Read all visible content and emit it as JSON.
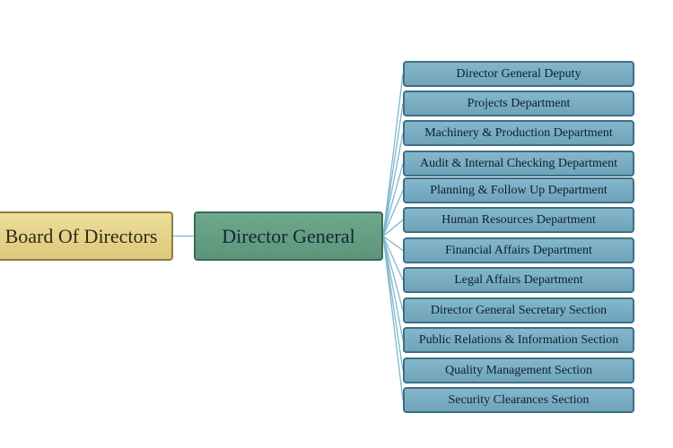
{
  "board": {
    "label": "Board Of Directors"
  },
  "director_general": {
    "label": "Director General"
  },
  "departments": [
    "Director General Deputy",
    "Projects Department",
    "Machinery  & Production Department",
    "Audit & Internal  Checking  Department",
    "Planning  & Follow Up Department",
    "Human Resources Department",
    "Financial Affairs Department",
    "Legal Affairs Department",
    "Director General Secretary  Section",
    "Public Relations & Information Section",
    "Quality Management  Section",
    "Security Clearances  Section"
  ],
  "colors": {
    "board_fill": "#dcc97a",
    "director_general_fill": "#5d957a",
    "department_fill": "#6fa3b9",
    "connector": "#7fb6cc"
  }
}
